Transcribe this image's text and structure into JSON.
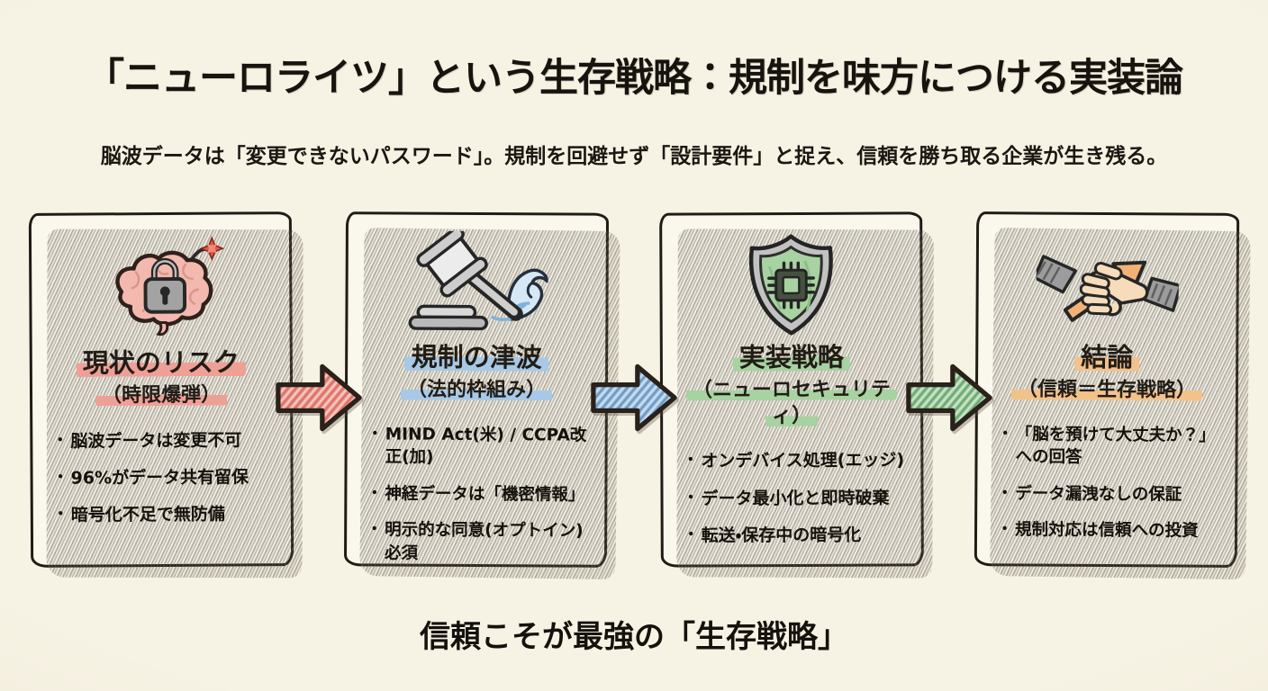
{
  "header": {
    "title": "「ニューロライツ」という生存戦略：規制を味方につける実装論",
    "subtitle": "脳波データは「変更できないパスワード」。規制を回避せず「設計要件」と捉え、信頼を勝ち取る企業が生き残る。"
  },
  "cards": [
    {
      "id": "current-risk",
      "icon": "brain-lock-bomb",
      "title": "現状のリスク",
      "subtitle": "（時限爆弾）",
      "accent": "#efa096",
      "bullets": [
        "脳波データは変更不可",
        "96%がデータ共有留保",
        "暗号化不足で無防備"
      ]
    },
    {
      "id": "regulation-wave",
      "icon": "gavel-wave",
      "title": "規制の津波",
      "subtitle": "（法的枠組み）",
      "accent": "#a7c9e7",
      "bullets": [
        "MIND Act(米) / CCPA改正(加)",
        "神経データは「機密情報」",
        "明示的な同意(オプトイン)必須"
      ]
    },
    {
      "id": "implementation-strategy",
      "icon": "shield-chip",
      "title": "実装戦略",
      "subtitle": "（ニューロセキュリティ）",
      "accent": "#a7d2a1",
      "bullets": [
        "オンデバイス処理(エッジ)",
        "データ最小化と即時破棄",
        "転送・保存中の暗号化"
      ]
    },
    {
      "id": "conclusion",
      "icon": "handshake-growth",
      "title": "結論",
      "subtitle": "（信頼＝生存戦略）",
      "accent": "#f2c28b",
      "bullets": [
        "「脳を預けて大丈夫か？」への回答",
        "データ漏洩なしの保証",
        "規制対応は信頼への投資"
      ]
    }
  ],
  "arrows": [
    {
      "id": "risk-to-regulation",
      "color": "#ee9186"
    },
    {
      "id": "regulation-to-implementation",
      "color": "#94bbdf"
    },
    {
      "id": "implementation-to-conclusion",
      "color": "#93c795"
    }
  ],
  "footer": {
    "tagline": "信頼こそが最強の「生存戦略」"
  },
  "ui": {
    "bullet_char": "・"
  }
}
